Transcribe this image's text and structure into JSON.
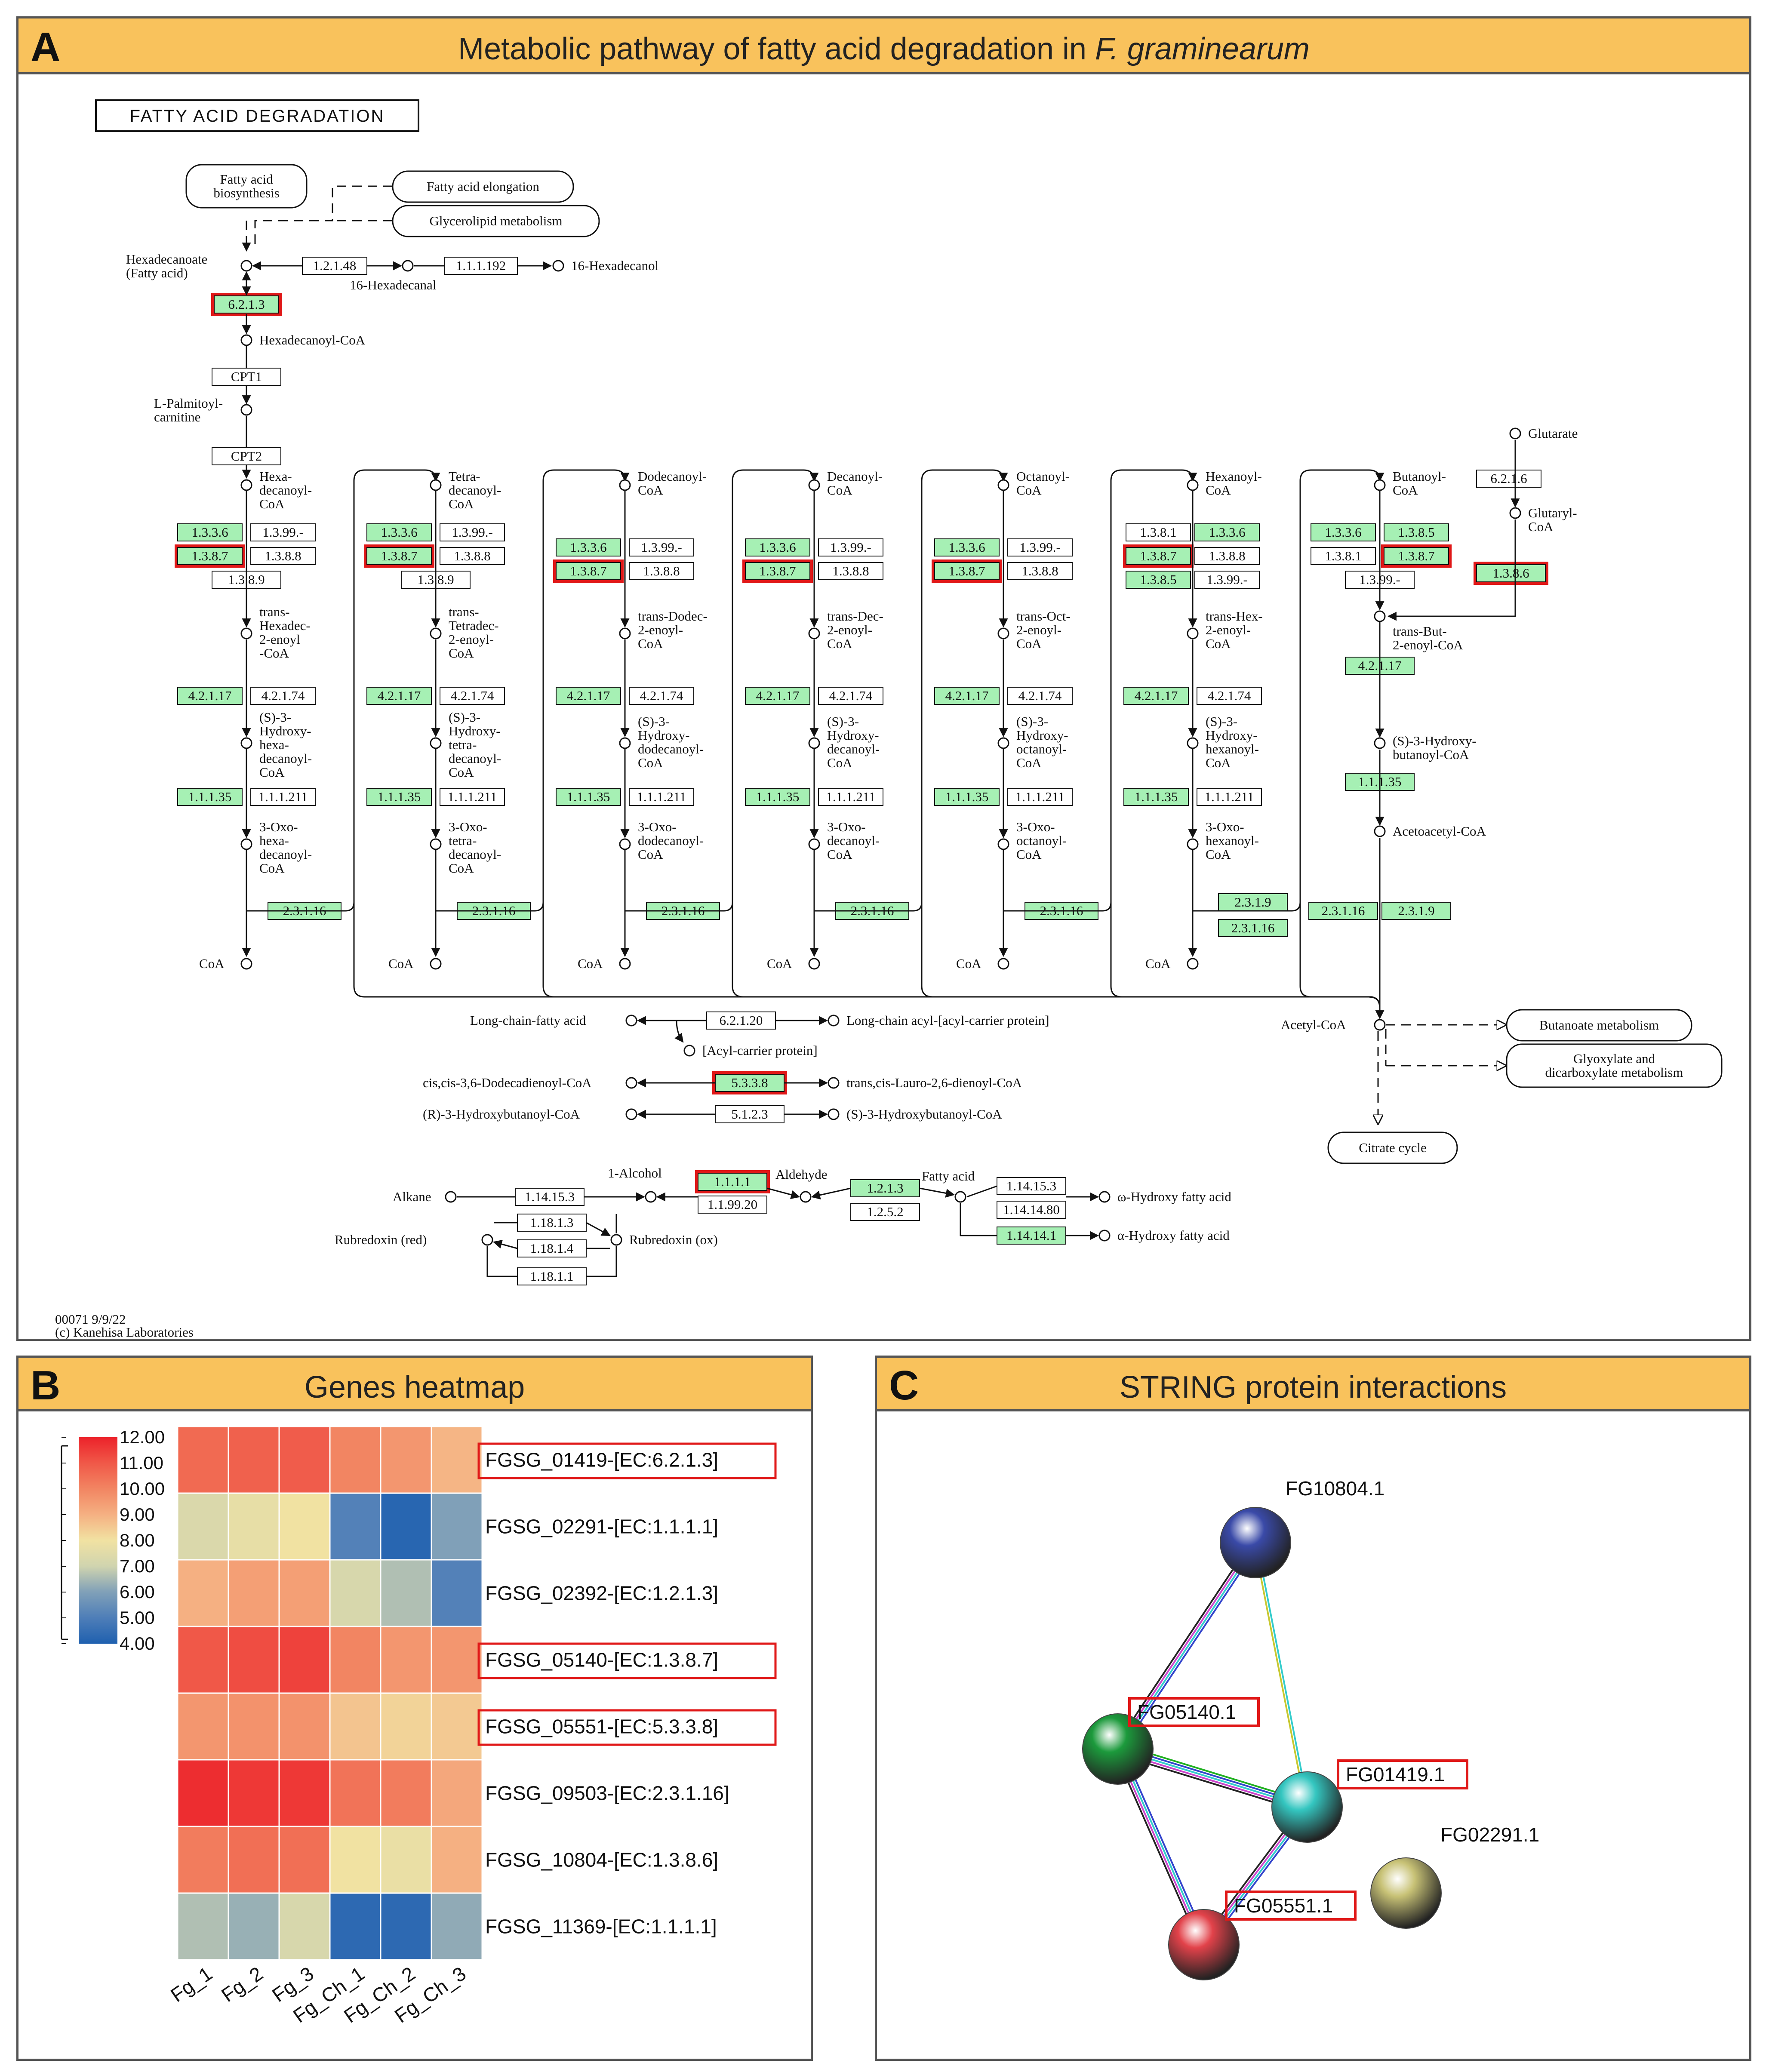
{
  "panel_a": {
    "letter": "A",
    "title_prefix": "Metabolic pathway of fatty acid degradation in ",
    "title_species": "F. graminearum",
    "map_title": "FATTY ACID DEGRADATION",
    "footer_line1": "00071 9/9/22",
    "footer_line2": "(c) Kanehisa Laboratories",
    "colors": {
      "enzyme_found": "#a6f0b4",
      "highlight": "#e01818"
    },
    "side_links": {
      "fa_biosynthesis": [
        "Fatty acid",
        "biosynthesis"
      ],
      "fa_elongation": "Fatty acid elongation",
      "glycerolipid": "Glycerolipid metabolism"
    },
    "top_row": {
      "hexadecanoate": [
        "Hexadecanoate",
        "(Fatty acid)"
      ],
      "ec_1": "1.2.1.48",
      "hexadecanal": "16-Hexadecanal",
      "ec_2": "1.1.1.192",
      "hexadecanol": "16-Hexadecanol"
    },
    "entry": {
      "ec_6213": "6.2.1.3",
      "hexadecanoyl_coa": "Hexadecanoyl-CoA",
      "cpt1": "CPT1",
      "palmitoyl": [
        "L-Palmitoyl-",
        "carnitine"
      ],
      "cpt2": "CPT2"
    },
    "cycles": [
      {
        "acyl": [
          "Hexa-",
          "decanoyl-",
          "CoA"
        ],
        "enoyl": [
          "trans-",
          "Hexadec-",
          "2-enoyl",
          "-CoA"
        ],
        "hydroxy": [
          "(S)-3-",
          "Hydroxy-",
          "hexa-",
          "decanoyl-",
          "CoA"
        ],
        "oxo": [
          "3-Oxo-",
          "hexa-",
          "decanoyl-",
          "CoA"
        ],
        "coa": "CoA",
        "ec_a": [
          "1.3.3.6",
          "1.3.99.-"
        ],
        "ec_b": [
          "1.3.8.7",
          "1.3.8.8"
        ],
        "ec_c": [
          "1.3.8.9"
        ],
        "hydratase": [
          "4.2.1.17",
          "4.2.1.74"
        ],
        "dehydro": [
          "1.1.1.35",
          "1.1.1.211"
        ],
        "thiolase": [
          "2.3.1.16"
        ]
      },
      {
        "acyl": [
          "Tetra-",
          "decanoyl-",
          "CoA"
        ],
        "enoyl": [
          "trans-",
          "Tetradec-",
          "2-enoyl-",
          "CoA"
        ],
        "hydroxy": [
          "(S)-3-",
          "Hydroxy-",
          "tetra-",
          "decanoyl-",
          "CoA"
        ],
        "oxo": [
          "3-Oxo-",
          "tetra-",
          "decanoyl-",
          "CoA"
        ],
        "coa": "CoA",
        "ec_a": [
          "1.3.3.6",
          "1.3.99.-"
        ],
        "ec_b": [
          "1.3.8.7",
          "1.3.8.8"
        ],
        "ec_c": [
          "1.3.8.9"
        ],
        "hydratase": [
          "4.2.1.17",
          "4.2.1.74"
        ],
        "dehydro": [
          "1.1.1.35",
          "1.1.1.211"
        ],
        "thiolase": [
          "2.3.1.16"
        ]
      },
      {
        "acyl": [
          "Dodecanoyl-",
          "CoA"
        ],
        "enoyl": [
          "trans-Dodec-",
          "2-enoyl-",
          "CoA"
        ],
        "hydroxy": [
          "(S)-3-",
          "Hydroxy-",
          "dodecanoyl-",
          "CoA"
        ],
        "oxo": [
          "3-Oxo-",
          "dodecanoyl-",
          "CoA"
        ],
        "coa": "CoA",
        "ec_a": [
          "1.3.3.6",
          "1.3.99.-"
        ],
        "ec_b": [
          "1.3.8.7",
          "1.3.8.8"
        ],
        "ec_c": [],
        "hydratase": [
          "4.2.1.17",
          "4.2.1.74"
        ],
        "dehydro": [
          "1.1.1.35",
          "1.1.1.211"
        ],
        "thiolase": [
          "2.3.1.16"
        ]
      },
      {
        "acyl": [
          "Decanoyl-",
          "CoA"
        ],
        "enoyl": [
          "trans-Dec-",
          "2-enoyl-",
          "CoA"
        ],
        "hydroxy": [
          "(S)-3-",
          "Hydroxy-",
          "decanoyl-",
          "CoA"
        ],
        "oxo": [
          "3-Oxo-",
          "decanoyl-",
          "CoA"
        ],
        "coa": "CoA",
        "ec_a": [
          "1.3.3.6",
          "1.3.99.-"
        ],
        "ec_b": [
          "1.3.8.7",
          "1.3.8.8"
        ],
        "ec_c": [],
        "hydratase": [
          "4.2.1.17",
          "4.2.1.74"
        ],
        "dehydro": [
          "1.1.1.35",
          "1.1.1.211"
        ],
        "thiolase": [
          "2.3.1.16"
        ]
      },
      {
        "acyl": [
          "Octanoyl-",
          "CoA"
        ],
        "enoyl": [
          "trans-Oct-",
          "2-enoyl-",
          "CoA"
        ],
        "hydroxy": [
          "(S)-3-",
          "Hydroxy-",
          "octanoyl-",
          "CoA"
        ],
        "oxo": [
          "3-Oxo-",
          "octanoyl-",
          "CoA"
        ],
        "coa": "CoA",
        "ec_a": [
          "1.3.3.6",
          "1.3.99.-"
        ],
        "ec_b": [
          "1.3.8.7",
          "1.3.8.8"
        ],
        "ec_c": [],
        "hydratase": [
          "4.2.1.17",
          "4.2.1.74"
        ],
        "dehydro": [
          "1.1.1.35",
          "1.1.1.211"
        ],
        "thiolase": [
          "2.3.1.16"
        ]
      },
      {
        "acyl": [
          "Hexanoyl-",
          "CoA"
        ],
        "enoyl": [
          "trans-Hex-",
          "2-enoyl-",
          "CoA"
        ],
        "hydroxy": [
          "(S)-3-",
          "Hydroxy-",
          "hexanoyl-",
          "CoA"
        ],
        "oxo": [
          "3-Oxo-",
          "hexanoyl-",
          "CoA"
        ],
        "coa": "CoA",
        "ec_a": [
          "1.3.8.1",
          "1.3.3.6"
        ],
        "ec_b": [
          "1.3.8.7",
          "1.3.8.8"
        ],
        "ec_c": [
          "1.3.8.5",
          "1.3.99.-"
        ],
        "hydratase": [
          "4.2.1.17",
          "4.2.1.74"
        ],
        "dehydro": [
          "1.1.1.35",
          "1.1.1.211"
        ],
        "thiolase": [
          "2.3.1.9",
          "2.3.1.16"
        ]
      }
    ],
    "butanoyl": {
      "acyl": [
        "Butanoyl-",
        "CoA"
      ],
      "glutarate": "Glutarate",
      "ec_6216": "6.2.1.6",
      "glutaryl": [
        "Glutaryl-",
        "CoA"
      ],
      "ec_a": [
        "1.3.3.6",
        "1.3.8.5"
      ],
      "ec_b": [
        "1.3.8.1",
        "1.3.8.7"
      ],
      "ec_c": "1.3.99.-",
      "ec_1386": "1.3.8.6",
      "enoyl": [
        "trans-But-",
        "2-enoyl-CoA"
      ],
      "hydratase": "4.2.1.17",
      "hydroxy": [
        "(S)-3-Hydroxy-",
        "butanoyl-CoA"
      ],
      "dehydro": "1.1.1.35",
      "acetoacetyl": "Acetoacetyl-CoA",
      "thiolase": [
        "2.3.1.16",
        "2.3.1.9"
      ],
      "acetyl_coa": "Acetyl-CoA",
      "butanoate": "Butanoate metabolism",
      "glyoxylate": [
        "Glyoxylate and",
        "dicarboxylate metabolism"
      ],
      "citrate": "Citrate cycle"
    },
    "misc": {
      "long_chain_fa": "Long-chain-fatty acid",
      "ec_62120": "6.2.1.20",
      "long_chain_acyl": "Long-chain acyl-[acyl-carrier protein]",
      "acp": "[Acyl-carrier protein]",
      "dodecadienoyl": "cis,cis-3,6-Dodecadienoyl-CoA",
      "ec_5338": "5.3.3.8",
      "lauro": "trans,cis-Lauro-2,6-dienoyl-CoA",
      "r_hydroxy": "(R)-3-Hydroxybutanoyl-CoA",
      "ec_5123": "5.1.2.3",
      "s_hydroxy": "(S)-3-Hydroxybutanoyl-CoA"
    },
    "omega": {
      "alkane": "Alkane",
      "ec_114153": "1.14.15.3",
      "alcohol": "1-Alcohol",
      "ec_1111": "1.1.1.1",
      "ec_119920": "1.1.99.20",
      "aldehyde": "Aldehyde",
      "ec_1213": "1.2.1.3",
      "ec_1252": "1.2.5.2",
      "fatty_acid": "Fatty acid",
      "ec_114153b": "1.14.15.3",
      "ec_1141480": "1.14.14.80",
      "omega_hydroxy": "ω-Hydroxy fatty acid",
      "ec_114141": "1.14.14.1",
      "alpha_hydroxy": "α-Hydroxy fatty acid",
      "rubredoxin_red": "Rubredoxin (red)",
      "rubredoxin_ox": "Rubredoxin (ox)",
      "ec_11813": "1.18.1.3",
      "ec_11814": "1.18.1.4",
      "ec_11811": "1.18.1.1"
    }
  },
  "panel_b": {
    "letter": "B",
    "title": "Genes heatmap",
    "scale": {
      "labels": [
        "12.00",
        "11.00",
        "10.00",
        "9.00",
        "8.00",
        "7.00",
        "6.00",
        "5.00",
        "4.00"
      ],
      "min": 4,
      "max": 12
    },
    "columns": [
      "Fg_1",
      "Fg_2",
      "Fg_3",
      "Fg_Ch_1",
      "Fg_Ch_2",
      "Fg_Ch_3"
    ],
    "rows": [
      {
        "gene": "FGSG_01419-[EC:6.2.1.3]",
        "boxed": true,
        "values": [
          10.6,
          10.8,
          10.9,
          10.0,
          9.6,
          8.9
        ]
      },
      {
        "gene": "FGSG_02291-[EC:1.1.1.1]",
        "boxed": false,
        "values": [
          7.3,
          7.7,
          8.0,
          5.1,
          4.2,
          6.0
        ]
      },
      {
        "gene": "FGSG_02392-[EC:1.2.1.3]",
        "boxed": false,
        "values": [
          9.0,
          9.4,
          9.4,
          7.2,
          6.6,
          5.1
        ]
      },
      {
        "gene": "FGSG_05140-[EC:1.3.8.7]",
        "boxed": true,
        "values": [
          11.0,
          11.2,
          11.4,
          10.0,
          9.6,
          9.6
        ]
      },
      {
        "gene": "FGSG_05551-[EC:5.3.3.8]",
        "boxed": true,
        "values": [
          9.6,
          9.7,
          9.7,
          8.6,
          8.3,
          8.5
        ]
      },
      {
        "gene": "FGSG_09503-[EC:2.3.1.16]",
        "boxed": false,
        "values": [
          11.8,
          11.6,
          11.6,
          10.4,
          10.2,
          9.2
        ]
      },
      {
        "gene": "FGSG_10804-[EC:1.3.8.6]",
        "boxed": false,
        "values": [
          10.2,
          10.5,
          10.5,
          8.0,
          7.8,
          9.0
        ]
      },
      {
        "gene": "FGSG_11369-[EC:1.1.1.1]",
        "boxed": false,
        "values": [
          6.6,
          6.3,
          7.2,
          4.3,
          4.3,
          6.2
        ]
      }
    ]
  },
  "panel_c": {
    "letter": "C",
    "title": "STRING protein interactions",
    "nodes": [
      {
        "label": "FG10804.1",
        "boxed": false,
        "color": "#3a4aa8"
      },
      {
        "label": "FG05140.1",
        "boxed": true,
        "color": "#1c9a3c"
      },
      {
        "label": "FG01419.1",
        "boxed": true,
        "color": "#34c6c0"
      },
      {
        "label": "FG05551.1",
        "boxed": true,
        "color": "#e2424a"
      },
      {
        "label": "FG02291.1",
        "boxed": false,
        "color": "#c8c276"
      }
    ]
  }
}
